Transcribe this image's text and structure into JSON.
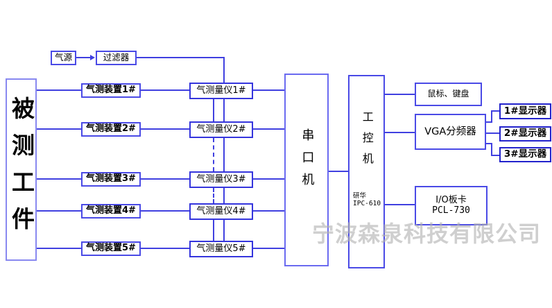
{
  "diagram": {
    "watermark": "宁波森泉科技有限公司",
    "workpiece": "被测工件",
    "gas_source": "气源",
    "filter": "过滤器",
    "devices": [
      "气测装置1#",
      "气测装置2#",
      "气测装置3#",
      "气测装置4#",
      "气测装置5#"
    ],
    "meters": [
      "气测量仪1#",
      "气测量仪2#",
      "气测量仪3#",
      "气测量仪4#",
      "气测量仪5#"
    ],
    "serial_machine": "串口机",
    "ipc": "工控机",
    "ipc_brand": "研华",
    "ipc_model": "IPC-610",
    "mouse_keyboard": "鼠标、键盘",
    "vga_splitter": "VGA分频器",
    "io_card_name": "I/O板卡",
    "io_card_model": "PCL-730",
    "displays": [
      "1#显示器",
      "2#显示器",
      "3#显示器"
    ]
  },
  "colors": {
    "line": "#4040e0",
    "box_border": "#4a4ae6",
    "workpiece_border": "#8888f0",
    "display_border": "#2323cc",
    "watermark": "#b2b2b2"
  }
}
